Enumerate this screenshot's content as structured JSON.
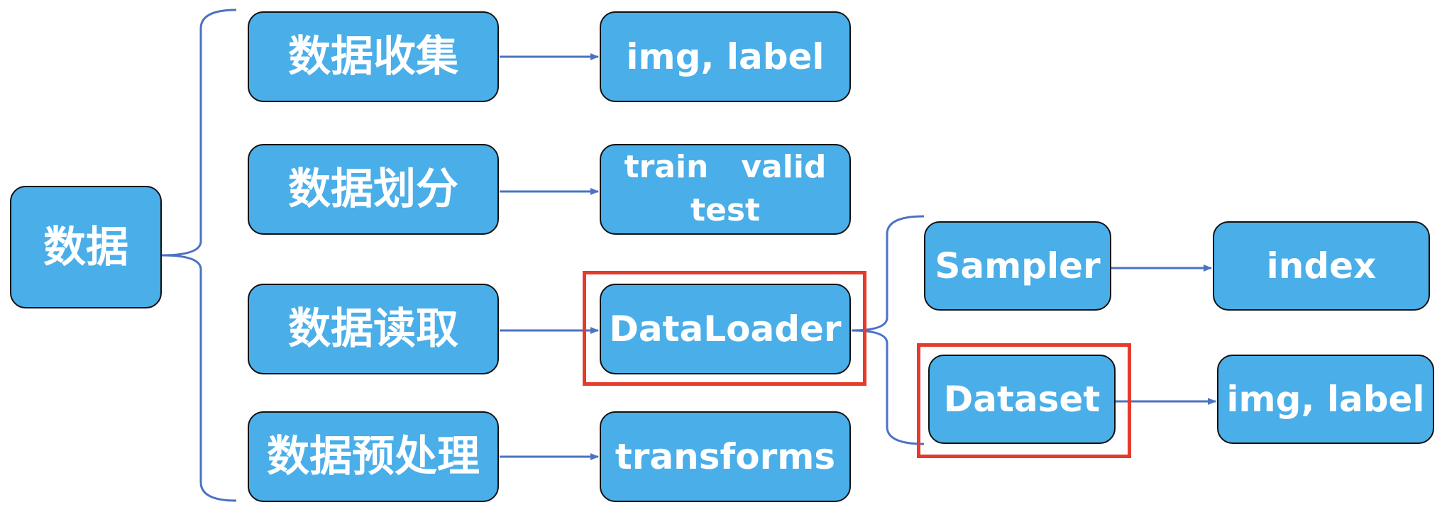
{
  "root": {
    "label": "数据"
  },
  "stages": [
    {
      "label": "数据收集",
      "output": "img, label"
    },
    {
      "label": "数据划分",
      "output_line1": "train   valid",
      "output_line2": "test"
    },
    {
      "label": "数据读取",
      "output": "DataLoader"
    },
    {
      "label": "数据预处理",
      "output": "transforms"
    }
  ],
  "dataloader_parts": [
    {
      "label": "Sampler",
      "output": "index"
    },
    {
      "label": "Dataset",
      "output": "img, label"
    }
  ],
  "colors": {
    "box_fill": "#4aaee9",
    "box_border": "#111111",
    "connector": "#4a72c4",
    "highlight": "#e53a2c"
  }
}
